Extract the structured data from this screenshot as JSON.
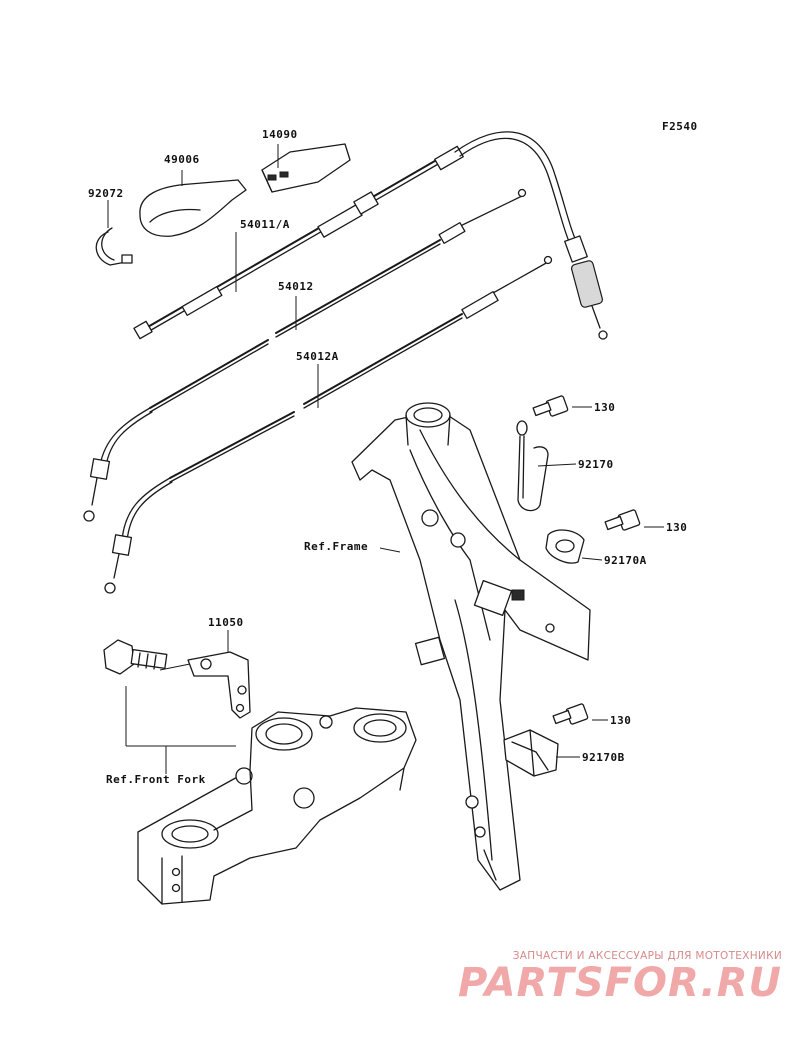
{
  "diagram_code": "F2540",
  "parts": {
    "p92072": "92072",
    "p49006": "49006",
    "p14090": "14090",
    "p54011a": "54011/A",
    "p54012": "54012",
    "p54012a": "54012A",
    "p130_top": "130",
    "p92170": "92170",
    "p130_mid": "130",
    "p92170a": "92170A",
    "p11050": "11050",
    "p130_bot": "130",
    "p92170b": "92170B"
  },
  "refs": {
    "frame": "Ref.Frame",
    "front_fork": "Ref.Front Fork"
  },
  "watermark": {
    "tagline": "ЗАПЧАСТИ И АКСЕССУАРЫ ДЛЯ МОТОТЕХНИКИ",
    "brand": "PARTSFOR.RU"
  }
}
